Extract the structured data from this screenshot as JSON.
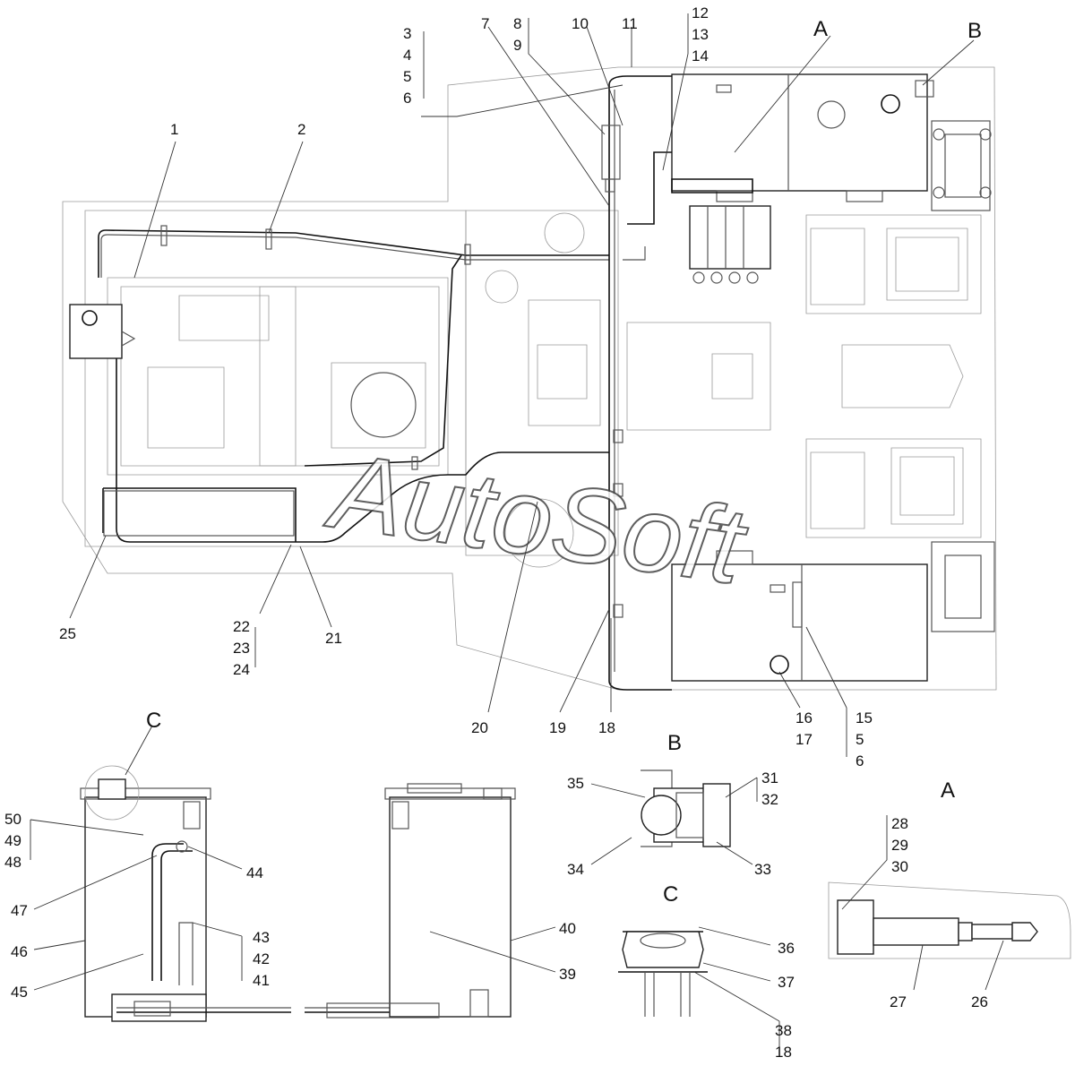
{
  "watermark": "AutoSoft",
  "view_letters": {
    "top_a": "A",
    "top_b": "B",
    "view_c_left": "C",
    "view_b": "B",
    "view_a": "A",
    "view_c_small": "C"
  },
  "callouts": {
    "n1": "1",
    "n2": "2",
    "n3": "3",
    "n4": "4",
    "n5": "5",
    "n6": "6",
    "n7": "7",
    "n8": "8",
    "n9": "9",
    "n10": "10",
    "n11": "11",
    "n12": "12",
    "n13": "13",
    "n14": "14",
    "n25": "25",
    "n22": "22",
    "n23": "23",
    "n24": "24",
    "n21": "21",
    "n20": "20",
    "n19": "19",
    "n18": "18",
    "n16": "16",
    "n17": "17",
    "n15": "15",
    "n5b": "5",
    "n6b": "6",
    "n35": "35",
    "n31": "31",
    "n32": "32",
    "n34": "34",
    "n33": "33",
    "n28": "28",
    "n29": "29",
    "n30": "30",
    "n27": "27",
    "n26": "26",
    "n36": "36",
    "n37": "37",
    "n38": "38",
    "n18b": "18",
    "n50": "50",
    "n49": "49",
    "n48": "48",
    "n47": "47",
    "n44": "44",
    "n46": "46",
    "n45": "45",
    "n43": "43",
    "n42": "42",
    "n41": "41",
    "n40": "40",
    "n39": "39"
  }
}
